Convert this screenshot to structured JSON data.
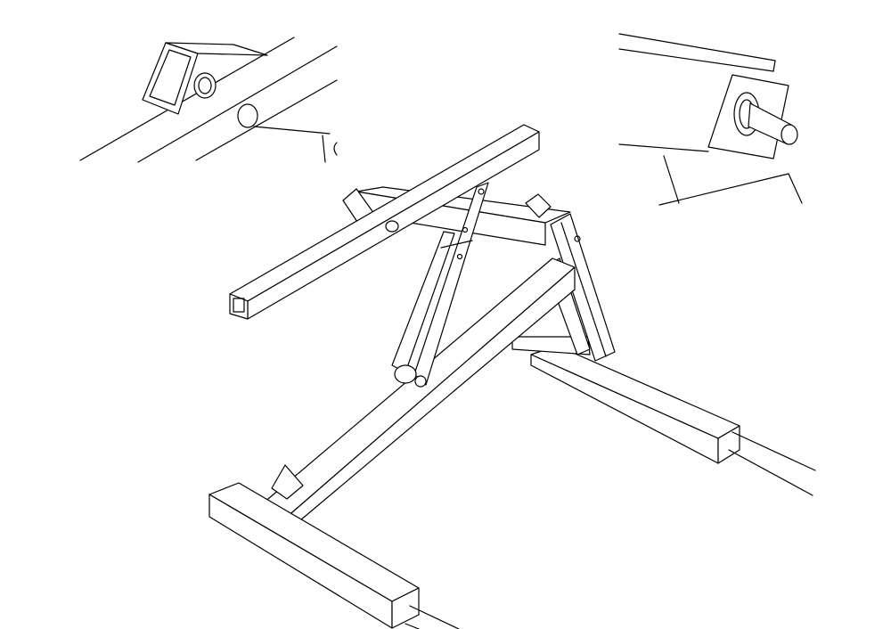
{
  "colors": {
    "background": "#ffffff",
    "stroke": "#000000"
  },
  "views": [
    {
      "id": "detail-top-left"
    },
    {
      "id": "detail-top-right"
    },
    {
      "id": "main-assembly"
    }
  ]
}
